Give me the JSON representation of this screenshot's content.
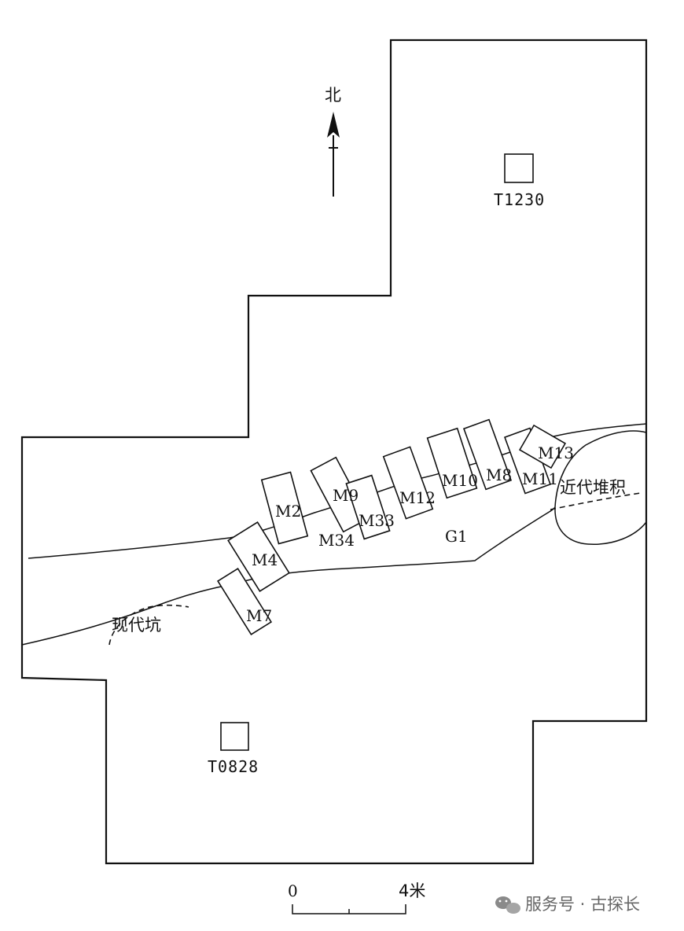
{
  "north_label": "北",
  "trench_markers": [
    {
      "id": "t1230",
      "label": "T1230"
    },
    {
      "id": "t0828",
      "label": "T0828"
    }
  ],
  "graves": [
    {
      "id": "m2",
      "label": "M2"
    },
    {
      "id": "m4",
      "label": "M4"
    },
    {
      "id": "m7",
      "label": "M7"
    },
    {
      "id": "m9",
      "label": "M9"
    },
    {
      "id": "m34",
      "label": "M34"
    },
    {
      "id": "m33",
      "label": "M33"
    },
    {
      "id": "m12",
      "label": "M12"
    },
    {
      "id": "m10",
      "label": "M10"
    },
    {
      "id": "m8",
      "label": "M8"
    },
    {
      "id": "m11",
      "label": "M11"
    },
    {
      "id": "m13",
      "label": "M13"
    }
  ],
  "ditch_label": "G1",
  "features": {
    "modern_pit": "现代坑",
    "modern_deposit": "近代堆积"
  },
  "scale_bar": {
    "start": "0",
    "end": "4米"
  },
  "watermark": "服务号 · 古探长"
}
